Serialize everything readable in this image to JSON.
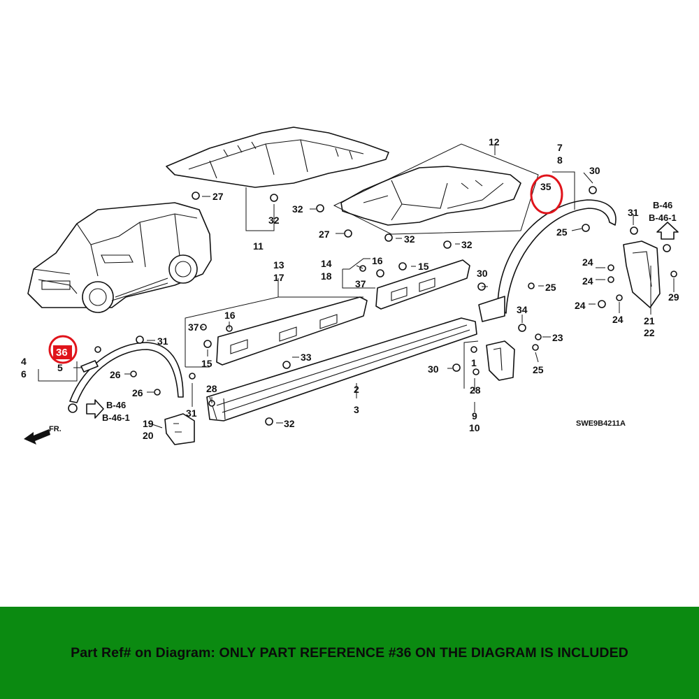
{
  "diagram": {
    "code": "SWE9B4211A",
    "fr_label": "FR.",
    "highlighted": [
      "36",
      "35"
    ],
    "refs": {
      "b46": "B-46",
      "b461": "B-46-1"
    },
    "callouts": {
      "c1": "1",
      "c2": "2",
      "c3": "3",
      "c4": "4",
      "c5": "5",
      "c6": "6",
      "c7": "7",
      "c8": "8",
      "c9": "9",
      "c10": "10",
      "c11": "11",
      "c12": "12",
      "c13": "13",
      "c14": "14",
      "c15a": "15",
      "c15b": "15",
      "c16a": "16",
      "c16b": "16",
      "c17": "17",
      "c18": "18",
      "c19": "19",
      "c20": "20",
      "c21": "21",
      "c22": "22",
      "c23": "23",
      "c24a": "24",
      "c24b": "24",
      "c24c": "24",
      "c24d": "24",
      "c25a": "25",
      "c25b": "25",
      "c25c": "25",
      "c26a": "26",
      "c26b": "26",
      "c27a": "27",
      "c27b": "27",
      "c28a": "28",
      "c28b": "28",
      "c29": "29",
      "c30a": "30",
      "c30b": "30",
      "c30c": "30",
      "c31a": "31",
      "c31b": "31",
      "c31c": "31",
      "c32a": "32",
      "c32b": "32",
      "c32c": "32",
      "c32d": "32",
      "c32e": "32",
      "c33": "33",
      "c34": "34",
      "c35": "35",
      "c36": "36",
      "c37a": "37",
      "c37b": "37"
    }
  },
  "footer": {
    "text": "Part Ref# on Diagram: ONLY PART REFERENCE #36 ON THE DIAGRAM IS INCLUDED",
    "bg_color": "#0b8a11"
  },
  "colors": {
    "highlight": "#e0141b",
    "ink": "#111111"
  }
}
